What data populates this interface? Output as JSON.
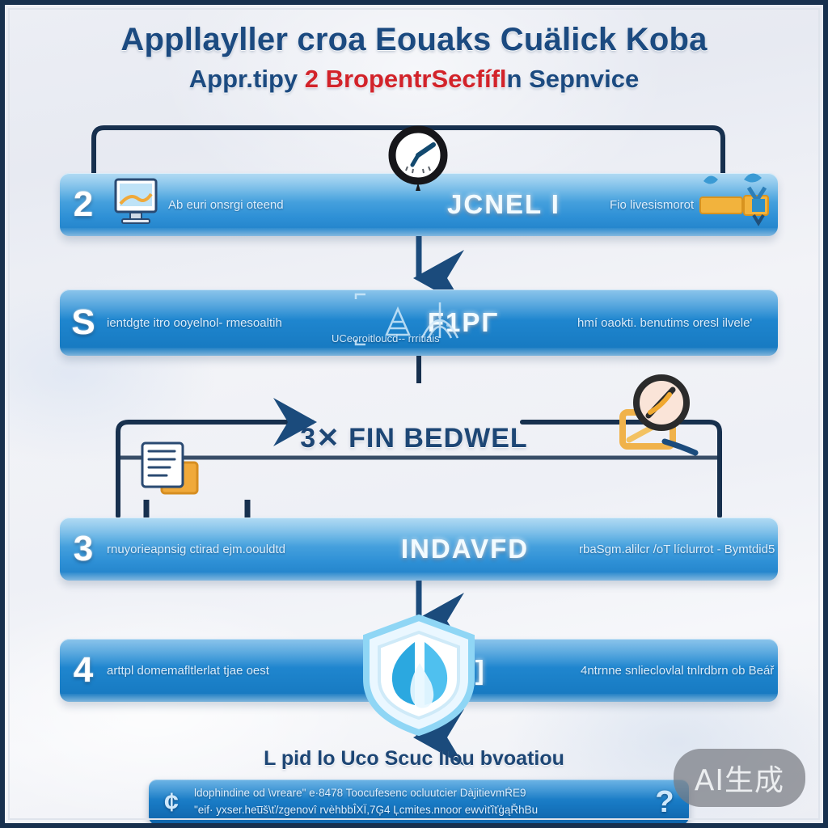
{
  "poster": {
    "title_main_parts": [
      "Appllayller croa ",
      "Eouaks ",
      "Cu&lick Koba"
    ],
    "title_main": "Appllayller croa Eouaks Cuälick Koba",
    "title_sub_a": "Appr.tipy ",
    "title_sub_red": "2 Bropentr",
    "title_sub_red2": "Secfífl",
    "title_sub_b": "n Sepnvice",
    "accent_blue": "#1b4a80",
    "accent_red": "#d2232a",
    "bar_blue": "#1f86cf",
    "frame_navy": "#17304e"
  },
  "stage_label": {
    "text": "3✕ FIN BEDWEL"
  },
  "rows": [
    {
      "number": "2",
      "left_text": "Ab euri onsrgi oteend",
      "mid_text": "JCNEL I",
      "right_text": "Fio livesismorot loutolokx",
      "left_icon": "monitor-icon",
      "right_icon": "conveyor-icon",
      "style": "pale"
    },
    {
      "number": "S",
      "left_text": "ientdgte itro ooyelnol- rmesoaltih",
      "mid_text": "F1PΓ",
      "mid_sub": "UCeoroitloucd-- rrritiais",
      "right_text": "hmí oaokti. benutims oresl ilvele'",
      "left_icon": "none",
      "right_icon": "none",
      "style": "deep"
    },
    {
      "number": "3",
      "left_text": "rnuyorieapnsig ctirad ejm.oouldtd",
      "mid_text": "INDAVFD",
      "right_text": "rbaSgm.alilcr /oT líclurrot - Bymtdid5",
      "left_icon": "none",
      "right_icon": "none",
      "style": "pale"
    },
    {
      "number": "4",
      "left_text": "arttpl domemafltlerlat tjae  oest",
      "mid_text": "[ ]",
      "right_text": "4ntrnne snlieclovlal  tnlrdbrn ob Beář",
      "left_icon": "none",
      "right_icon": "none",
      "style": "deep"
    }
  ],
  "footer": {
    "title": "L pid lo Uco Scuc llou bvoatiou",
    "mark": "¢",
    "line1": "ldophindine od \\vreareʺ  e·8478   Toocufesenc ocluutcier DàjitievmŔE9",
    "line2": "ʺeif· ухser.heu̅š\\ť/zgenovî rvèhbbÎXÏ,7Ģ4  Ļcmites.nnoor ewvìťîťģąŘhBu",
    "help_icon": "question-mark-icon"
  },
  "icons": {
    "clock": "clock-gauge-icon",
    "magnifier": "magnifier-icon",
    "folder": "document-folder-icon",
    "shield": "shield-icon",
    "monitor": "monitor-icon",
    "conveyor": "conveyor-icon"
  },
  "watermark": {
    "text": "AI生成"
  }
}
